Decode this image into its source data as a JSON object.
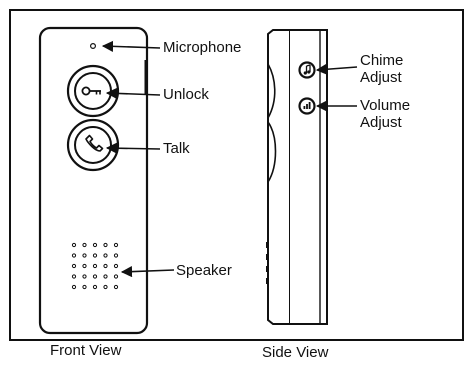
{
  "labels": {
    "microphone": "Microphone",
    "unlock": "Unlock",
    "talk": "Talk",
    "speaker": "Speaker",
    "chime_line1": "Chime",
    "chime_line2": "Adjust",
    "volume_line1": "Volume",
    "volume_line2": "Adjust"
  },
  "views": {
    "front": "Front View",
    "side": "Side View"
  },
  "icons": {
    "unlock_button": "key-icon",
    "talk_button": "handset-icon",
    "chime_adjust": "music-note-icon",
    "volume_adjust": "volume-bars-icon"
  },
  "colors": {
    "line": "#111111",
    "background": "#ffffff"
  }
}
